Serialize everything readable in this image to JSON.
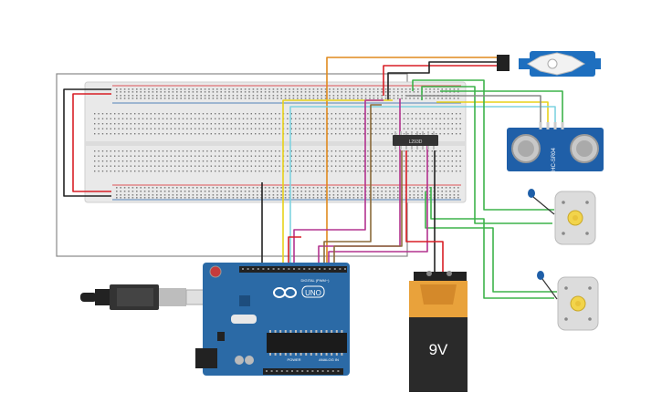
{
  "canvas": {
    "background": "#ffffff"
  },
  "colors": {
    "wire_red": "#d81f26",
    "wire_black": "#222222",
    "wire_orange": "#e08a1e",
    "wire_yellow": "#e8d21a",
    "wire_cyan": "#7fd3e0",
    "wire_green": "#3db34a",
    "wire_magenta": "#b3338f",
    "wire_brown": "#8a6a3a",
    "wire_gray": "#888888",
    "arduino_blue": "#2b6aa6",
    "sensor_blue": "#1f5fa8",
    "servo_blue": "#1e6fbf",
    "battery_black": "#2a2a2a",
    "battery_orange": "#e9a23b",
    "motor_gray": "#dcdcdc",
    "motor_yellow": "#f2d44b",
    "breadboard": "#e9e9e9"
  },
  "components": {
    "arduino": {
      "logo": "UNO",
      "digital_header": "DIGITAL (PWM~)",
      "power_header": "POWER",
      "analog_header": "ANALOG IN"
    },
    "driver_ic": {
      "label": "L293D"
    },
    "ultrasonic": {
      "label": "HC-SR04"
    },
    "battery": {
      "label": "9V"
    },
    "servo": {},
    "motors": [
      {},
      {}
    ]
  }
}
